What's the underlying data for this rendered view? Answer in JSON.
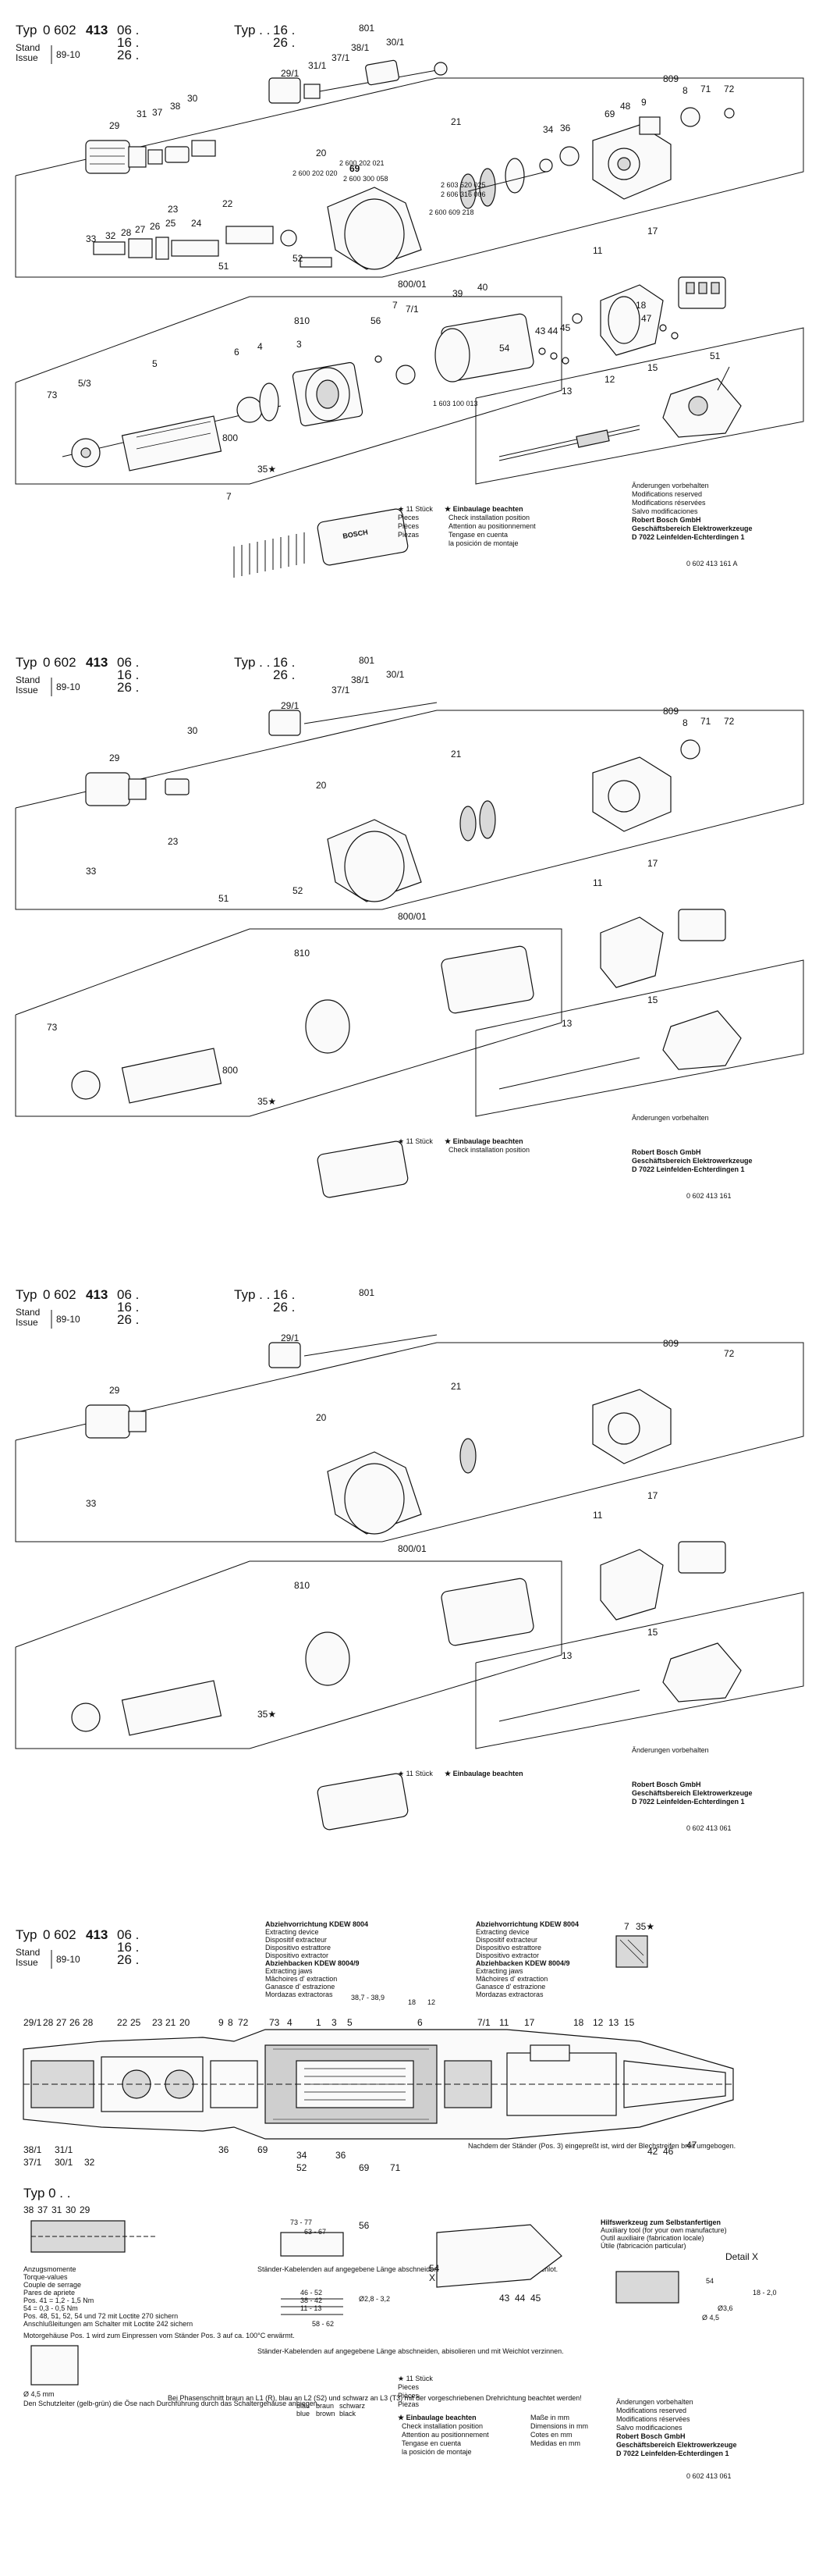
{
  "sheets": [
    {
      "typ_label": "Typ",
      "type_number_prefix": "0 602",
      "type_number_main": "413",
      "type_variants": [
        "06 .",
        "16 .",
        "26 ."
      ],
      "stand_label": "Stand",
      "issue_label": "Issue",
      "date": "89-10",
      "typ_short": "Typ . .",
      "typ_short_variants": [
        "16 .",
        "26 ."
      ],
      "document_number": "0 602 413 161 A"
    },
    {
      "typ_label": "Typ",
      "type_number_prefix": "0 602",
      "type_number_main": "413",
      "type_variants": [
        "06 .",
        "16 .",
        "26 ."
      ],
      "stand_label": "Stand",
      "issue_label": "Issue",
      "date": "89-10",
      "typ_short": "Typ . .",
      "typ_short_variants": [
        "16 .",
        "26 ."
      ],
      "document_number": "0 602 413 161"
    },
    {
      "typ_label": "Typ",
      "type_number_prefix": "0 602",
      "type_number_main": "413",
      "type_variants": [
        "06 .",
        "16 .",
        "26 ."
      ],
      "stand_label": "Stand",
      "issue_label": "Issue",
      "date": "89-10",
      "typ_short": "Typ . .",
      "typ_short_variants": [
        "16 .",
        "26 ."
      ],
      "document_number": "0 602 413 061"
    },
    {
      "typ_label": "Typ",
      "type_number_prefix": "0 602",
      "type_number_main": "413",
      "type_variants": [
        "06 .",
        "16 .",
        "26 ."
      ],
      "stand_label": "Stand",
      "issue_label": "Issue",
      "date": "89-10",
      "typ_short": "Typ 0 . .",
      "document_number": "0 602 413 061"
    }
  ],
  "part_numbers": {
    "p801": "801",
    "p30_1": "30/1",
    "p38_1": "38/1",
    "p37_1": "37/1",
    "p31_1": "31/1",
    "p29_1": "29/1",
    "p29": "29",
    "p31": "31",
    "p37": "37",
    "p38": "38",
    "p30": "30",
    "p809": "809",
    "p8": "8",
    "p71": "71",
    "p72": "72",
    "p9": "9",
    "p69": "69",
    "p48": "48",
    "p36": "36",
    "p34": "34",
    "p21": "21",
    "p20": "20",
    "p23": "23",
    "p22": "22",
    "p28": "28",
    "p27": "27",
    "p26": "26",
    "p25": "25",
    "p24": "24",
    "p33": "33",
    "p32": "32",
    "p51": "51",
    "p52": "52",
    "p800_01": "800/01",
    "p39": "39",
    "p40": "40",
    "p7": "7",
    "p7_1": "7/1",
    "p810": "810",
    "p56": "56",
    "p3": "3",
    "p6": "6",
    "p4": "4",
    "p5": "5",
    "p73": "73",
    "p5_3": "5/3",
    "p54": "54",
    "p43": "43",
    "p44": "44",
    "p45": "45",
    "p11": "11",
    "p17": "17",
    "p18": "18",
    "p47": "47",
    "p13": "13",
    "p12": "12",
    "p15": "15",
    "p800": "800",
    "p35": "35",
    "p35_star": "35★",
    "p1": "1",
    "p42": "42",
    "p46": "46",
    "p38_2": "38",
    "p30_2": "30"
  },
  "ref_numbers": {
    "r1": "2 600 202 021",
    "r2": "2 600 202 020",
    "r3": "2 600 300 058",
    "r4": "2 603 520 025",
    "r5": "2 606 316 006",
    "r6": "2 600 609 218",
    "r7": "1 603 100 013"
  },
  "footnote": {
    "count": "★ 11 Stück",
    "pieces_en": "Pieces",
    "pieces_fr": "Pièces",
    "pieces_es": "Piezas",
    "install_de": "★ Einbaulage beachten",
    "install_en": "Check installation position",
    "install_fr": "Attention au positionnement",
    "install_it": "Tengase en cuenta",
    "install_es": "la posición de montaje"
  },
  "changes": {
    "de": "Änderungen vorbehalten",
    "en": "Modifications reserved",
    "fr": "Modifications réservées",
    "it": "Salvo modificaciones",
    "company": "Robert Bosch GmbH",
    "division": "Geschäftsbereich Elektrowerkzeuge",
    "address": "D 7022 Leinfelden-Echterdingen 1"
  },
  "extracting": {
    "kdew_title_1": "Abziehvorrichtung KDEW 8004",
    "ext_en": "Extracting device",
    "ext_fr": "Dispositif extracteur",
    "ext_it": "Dispositivo estrattore",
    "ext_es": "Dispositivo extractor",
    "kdew_title_2": "Abziehbacken KDEW 8004/9",
    "jaws_en": "Extracting jaws",
    "jaws_fr": "Mâchoires d' extraction",
    "jaws_it": "Ganasce d' estrazione",
    "jaws_es": "Mordazas extractoras"
  },
  "dims": {
    "d1": "38,7 - 38,9",
    "d2": "18",
    "d3": "12",
    "d4": "73 - 77",
    "d5": "63 - 67",
    "d6": "46 - 52",
    "d7": "38 - 42",
    "d8": "11 - 13",
    "d9": "58 - 62",
    "d10": "Ø2,8 - 3,2",
    "d11": "Ø 4,5 mm",
    "d12": "18 - 2,0",
    "d13": "Ø3,6",
    "d14": "Ø 4,5"
  },
  "notes": {
    "pos3_note": "Nachdem der Ständer (Pos. 3) eingepreßt ist, wird der Blechstreifen breit umgebogen.",
    "torque": "Anzugsmomente",
    "torque_en": "Torque-values",
    "torque_fr": "Couple de serrage",
    "torque_es": "Pares de apriete",
    "torque_v1": "Pos. 41 = 1,2 - 1,5 Nm",
    "torque_v2": "54 = 0,3 - 0,5 Nm",
    "torque_v3": "Pos. 48, 51, 52, 54 und 72 mit Loctite 270 sichern",
    "torque_v4": "Anschlußleitungen am Schalter mit Loctite 242 sichern",
    "motor_note": "Motorgehäuse Pos. 1 wird zum Einpressen vom Ständer Pos. 3 auf ca. 100°C erwärmt.",
    "switch_note": "Den Schutzleiter (gelb-grün) die Öse nach Durchführung durch das Schaltergehäuse anbiegen.",
    "cable_note_1": "Ständer-Kabelenden auf angegebene Länge abschneiden, abisolieren und verzinnt mit Weichlot.",
    "cable_note_2": "Ständer-Kabelenden auf angegebene Länge abschneiden, abisolieren und mit Weichlot verzinnen.",
    "phase_note": "Bei Phasenschnitt braun an L1 (R), blau an L2 (S2) und schwarz an L3 (T3) mit der vorgeschriebenen Drehrichtung beachtet werden!",
    "colors_1": "blau",
    "colors_2": "braun",
    "colors_3": "schwarz",
    "colors_en_1": "blue",
    "colors_en_2": "brown",
    "colors_en_3": "black",
    "aux_tool_de": "Hilfswerkzeug zum Selbstanfertigen",
    "aux_tool_en": "Auxiliary tool (for your own manufacture)",
    "aux_tool_fr": "Outil auxiliaire (fabrication locale)",
    "aux_tool_es": "Útile (fabricación particular)",
    "detail_x": "Detail X",
    "dims_de": "Maße in mm",
    "dims_en": "Dimensions in mm",
    "dims_fr": "Cotes en mm",
    "dims_es": "Medidas en mm",
    "x_label": "X"
  }
}
